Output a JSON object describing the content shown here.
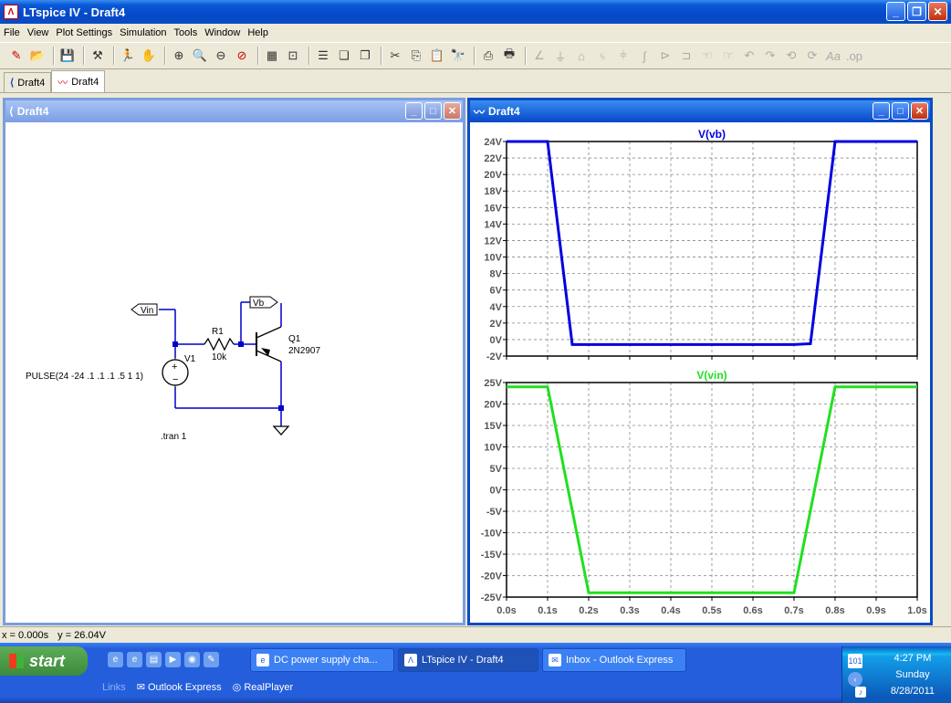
{
  "window": {
    "title": "LTspice IV - Draft4",
    "app_icon": "ltspice-logo-icon"
  },
  "menu": [
    "File",
    "View",
    "Plot Settings",
    "Simulation",
    "Tools",
    "Window",
    "Help"
  ],
  "doc_tabs": [
    {
      "label": "Draft4",
      "icon": "schematic-icon"
    },
    {
      "label": "Draft4",
      "icon": "waveform-icon"
    }
  ],
  "schematic": {
    "title": "Draft4",
    "labels": {
      "vin": "Vin",
      "vb": "Vb",
      "r1": "R1",
      "r1_value": "10k",
      "v1": "V1",
      "pulse": "PULSE(24 -24 .1 .1 .1 .5 1 1)",
      "q1": "Q1",
      "q1_model": "2N2907",
      "tran": ".tran 1"
    }
  },
  "plot": {
    "title": "Draft4",
    "chart_data": [
      {
        "type": "line",
        "title": "V(vb)",
        "color": "#0000e0",
        "x": [
          0.0,
          0.1,
          0.16,
          0.7,
          0.74,
          0.8,
          1.0
        ],
        "y": [
          24,
          24,
          -0.6,
          -0.6,
          -0.5,
          24,
          24
        ],
        "ylim": [
          -2,
          24
        ],
        "yticks": [
          "24V",
          "22V",
          "20V",
          "18V",
          "16V",
          "14V",
          "12V",
          "10V",
          "8V",
          "6V",
          "4V",
          "2V",
          "0V",
          "-2V"
        ],
        "xlim": [
          0,
          1
        ],
        "grid": true
      },
      {
        "type": "line",
        "title": "V(vin)",
        "color": "#20e020",
        "x": [
          0.0,
          0.1,
          0.2,
          0.7,
          0.8,
          1.0
        ],
        "y": [
          24,
          24,
          -24,
          -24,
          24,
          24
        ],
        "ylim": [
          -25,
          25
        ],
        "yticks": [
          "25V",
          "20V",
          "15V",
          "10V",
          "5V",
          "0V",
          "-5V",
          "-10V",
          "-15V",
          "-20V",
          "-25V"
        ],
        "xticks": [
          "0.0s",
          "0.1s",
          "0.2s",
          "0.3s",
          "0.4s",
          "0.5s",
          "0.6s",
          "0.7s",
          "0.8s",
          "0.9s",
          "1.0s"
        ],
        "xlim": [
          0,
          1
        ],
        "grid": true
      }
    ]
  },
  "status": {
    "x": "x = 0.000s",
    "y": "y = 26.04V"
  },
  "taskbar": {
    "start": "start",
    "tasks": [
      {
        "label": "DC power supply cha...",
        "icon": "ie-icon"
      },
      {
        "label": "LTspice IV - Draft4",
        "icon": "ltspice-icon"
      },
      {
        "label": "Inbox - Outlook Express",
        "icon": "outlook-icon"
      }
    ],
    "links_label": "Links",
    "links": [
      "Outlook Express",
      "RealPlayer"
    ],
    "clock": {
      "time": "4:27 PM",
      "day": "Sunday",
      "date": "8/28/2011"
    }
  }
}
